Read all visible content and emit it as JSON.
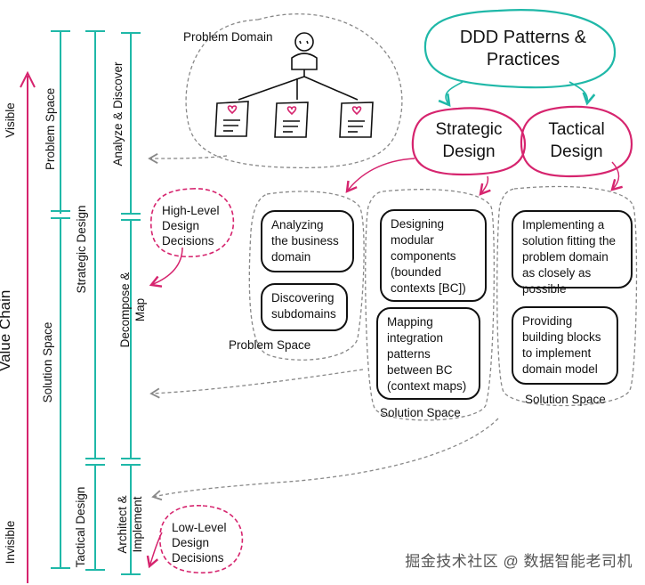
{
  "value_chain": {
    "label": "Value Chain",
    "top_label": "Visible",
    "bottom_label": "Invisible"
  },
  "columns": {
    "col1": [
      "Problem Space",
      "Solution Space"
    ],
    "col2": [
      "Strategic Design",
      "Tactical Design"
    ],
    "col3": [
      "Analyze & Discover",
      "Decompose &\nMap",
      "Architect &\nImplement"
    ]
  },
  "problem_domain": {
    "label": "Problem Domain"
  },
  "ddd": {
    "title": "DDD Patterns &\nPractices"
  },
  "strategic": {
    "title": "Strategic\nDesign"
  },
  "tactical": {
    "title": "Tactical\nDesign"
  },
  "high_level": {
    "label": "High-Level\nDesign\nDecisions"
  },
  "low_level": {
    "label": "Low-Level\nDesign\nDecisions"
  },
  "problem_space_group": {
    "caption": "Problem Space",
    "items": [
      "Analyzing the business domain",
      "Discovering subdomains"
    ]
  },
  "solution_space_group_1": {
    "caption": "Solution Space",
    "items": [
      "Designing modular components (bounded contexts [BC])",
      "Mapping integration patterns between BC (context maps)"
    ]
  },
  "solution_space_group_2": {
    "caption": "Solution Space",
    "items": [
      "Implementing a solution fitting the problem domain as closely as possible",
      "Providing building blocks to implement domain model"
    ]
  },
  "watermark": "掘金技术社区 @ 数据智能老司机",
  "colors": {
    "teal": "#1fb8a8",
    "pink": "#d6246e",
    "ink": "#111111",
    "dash": "#888888"
  }
}
